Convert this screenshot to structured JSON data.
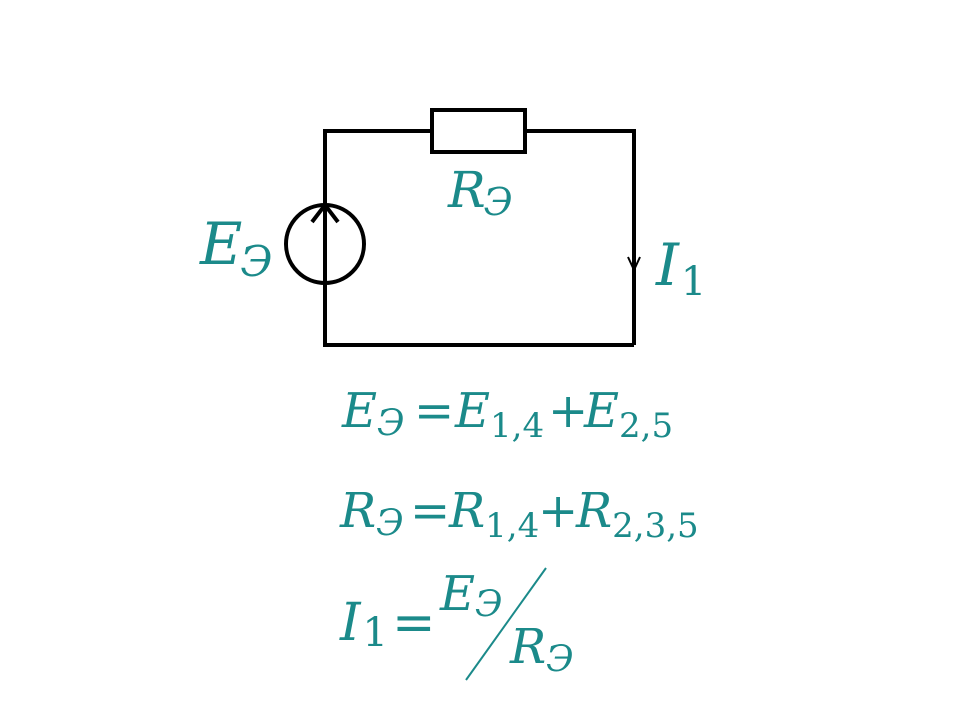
{
  "colors": {
    "wire": "#000000",
    "math": "#1b8a8a",
    "background": "#ffffff"
  },
  "circuit": {
    "source_label": {
      "main": "E",
      "sub": "Э"
    },
    "resistor_label": {
      "main": "R",
      "sub": "Э"
    },
    "current_label": {
      "main": "I",
      "sub": "1"
    }
  },
  "equations": {
    "eq1": {
      "lhs_main": "E",
      "lhs_sub": "Э",
      "eq": "=",
      "t1_main": "E",
      "t1_sub": "1,4",
      "plus": "+",
      "t2_main": "E",
      "t2_sub": "2,5"
    },
    "eq2": {
      "lhs_main": "R",
      "lhs_sub": "Э",
      "eq": "=",
      "t1_main": "R",
      "t1_sub": "1,4",
      "plus": "+",
      "t2_main": "R",
      "t2_sub": "2,3,5"
    },
    "eq3": {
      "lhs_main": "I",
      "lhs_sub": "1",
      "eq": "=",
      "num_main": "E",
      "num_sub": "Э",
      "den_main": "R",
      "den_sub": "Э"
    }
  }
}
